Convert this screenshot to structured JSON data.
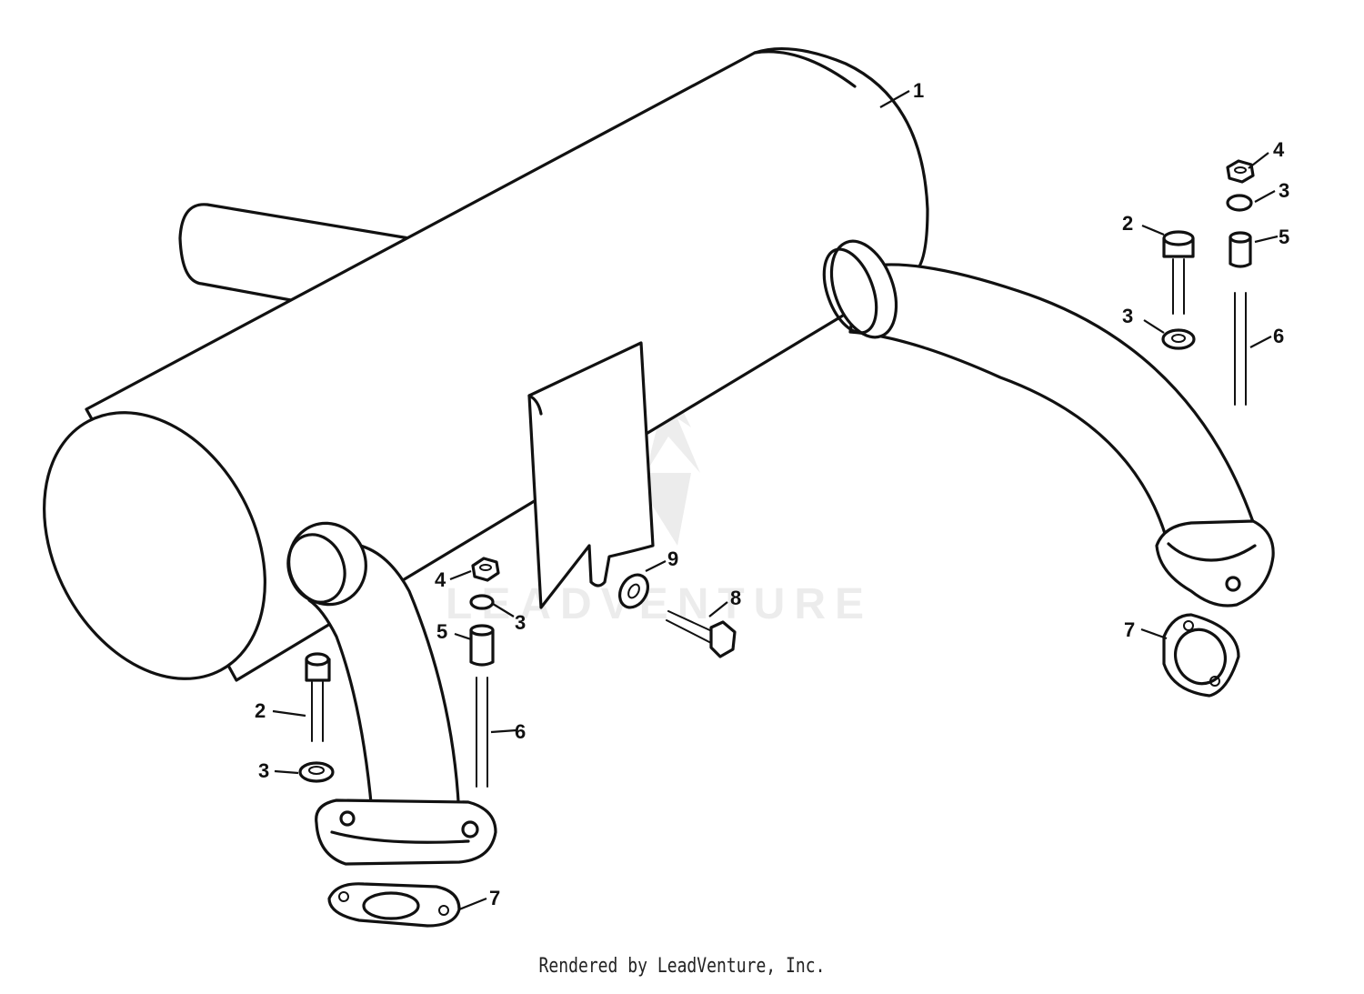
{
  "diagram": {
    "watermark": "LEADVENTURE",
    "footer": "Rendered by LeadVenture, Inc.",
    "callouts": [
      {
        "id": "c1",
        "text": "1"
      },
      {
        "id": "c2a",
        "text": "2"
      },
      {
        "id": "c2b",
        "text": "2"
      },
      {
        "id": "c3a",
        "text": "3"
      },
      {
        "id": "c3b",
        "text": "3"
      },
      {
        "id": "c3c",
        "text": "3"
      },
      {
        "id": "c3d",
        "text": "3"
      },
      {
        "id": "c4a",
        "text": "4"
      },
      {
        "id": "c4b",
        "text": "4"
      },
      {
        "id": "c5a",
        "text": "5"
      },
      {
        "id": "c5b",
        "text": "5"
      },
      {
        "id": "c6a",
        "text": "6"
      },
      {
        "id": "c6b",
        "text": "6"
      },
      {
        "id": "c7a",
        "text": "7"
      },
      {
        "id": "c7b",
        "text": "7"
      },
      {
        "id": "c8",
        "text": "8"
      },
      {
        "id": "c9",
        "text": "9"
      }
    ]
  }
}
